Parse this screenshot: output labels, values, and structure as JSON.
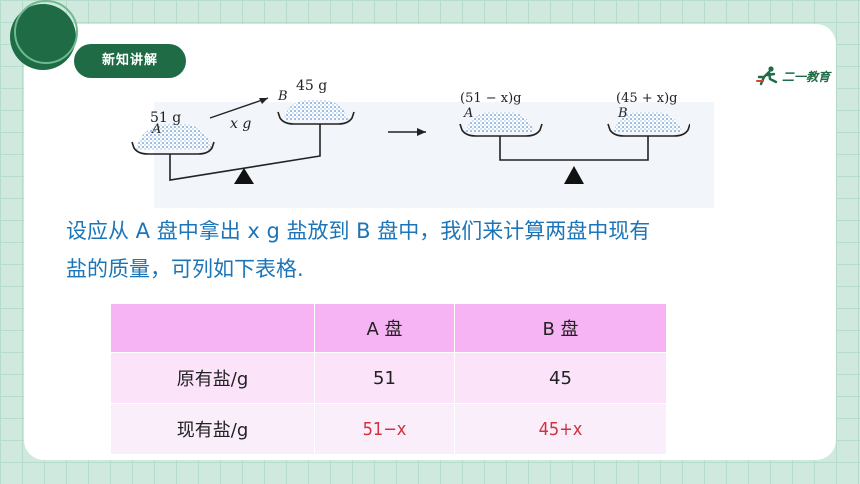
{
  "header": {
    "tag_label": "新知讲解",
    "logo_text": "二一教育"
  },
  "figure": {
    "left": {
      "label_a": "A",
      "label_b": "B",
      "mass_a": "51 g",
      "mass_b": "45 g",
      "transfer": "x g"
    },
    "right": {
      "label_a": "A",
      "label_b": "B",
      "mass_a": "(51 − x)g",
      "mass_b": "(45 + x)g"
    }
  },
  "content": {
    "line1": "设应从 A 盘中拿出 x g 盐放到 B 盘中，我们来计算两盘中现有",
    "line2": "盐的质量，可列如下表格."
  },
  "table": {
    "headers": [
      "",
      "A 盘",
      "B 盘"
    ],
    "rows": [
      {
        "label": "原有盐/g",
        "a": "51",
        "b": "45"
      },
      {
        "label": "现有盐/g",
        "a": "51−x",
        "b": "45+x"
      }
    ]
  },
  "colors": {
    "accent_green": "#1e6b45",
    "text_blue": "#1b75b8",
    "table_header": "#f7b4f5",
    "answer_red": "#d0323c"
  }
}
